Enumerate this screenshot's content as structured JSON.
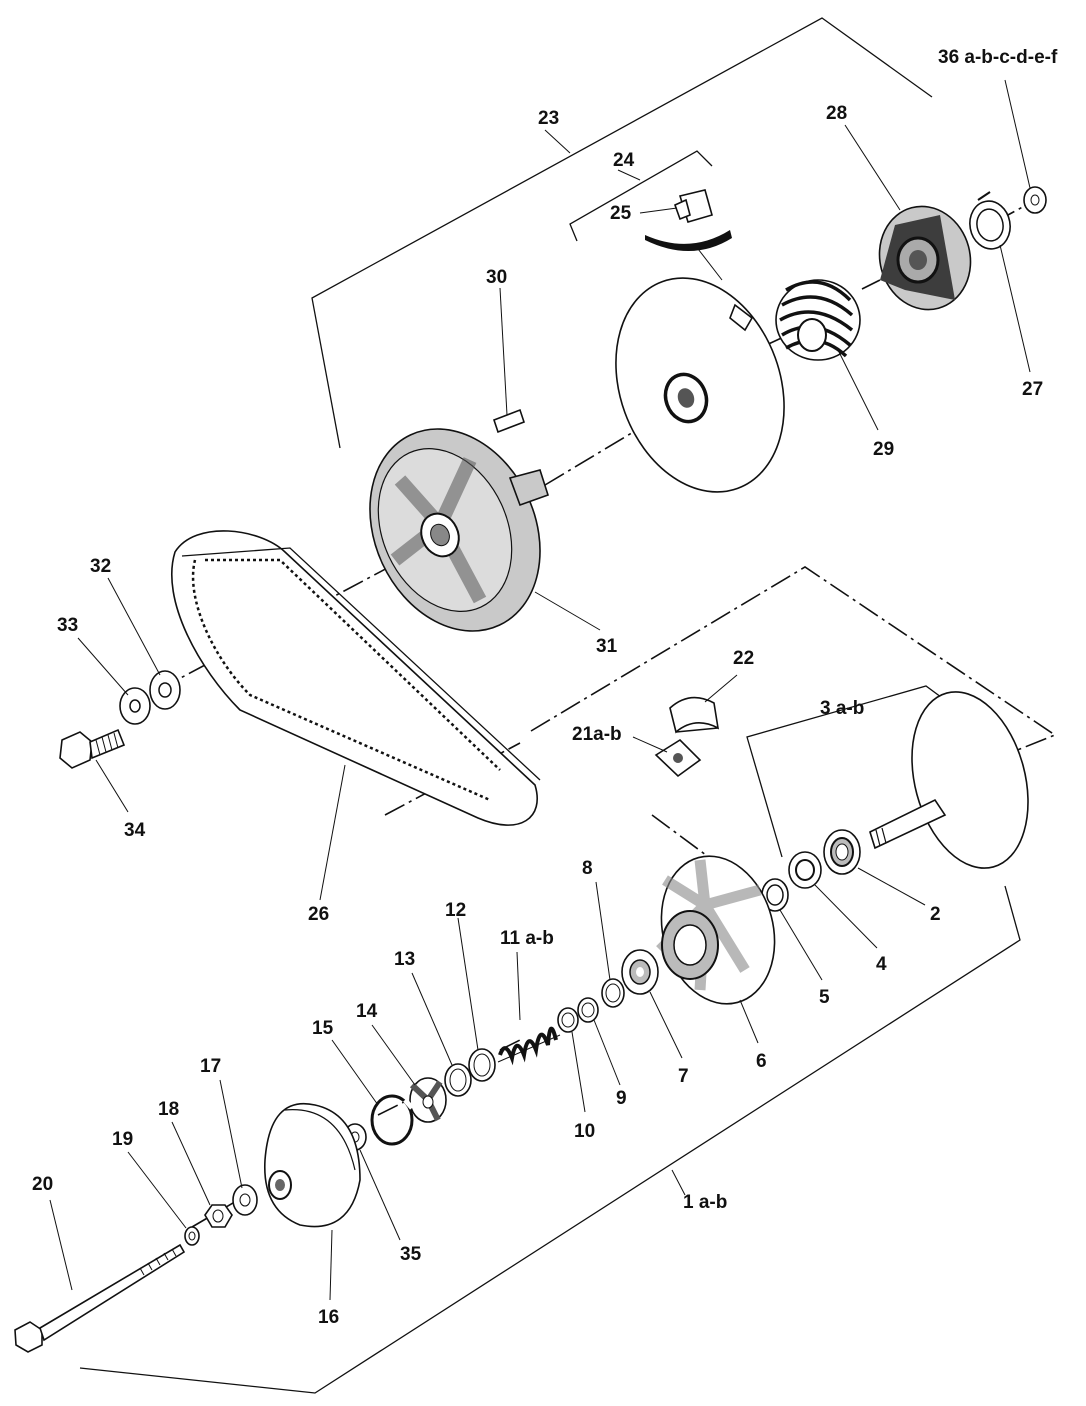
{
  "callouts": [
    {
      "id": "c1",
      "text": "1 a-b"
    },
    {
      "id": "c2",
      "text": "2"
    },
    {
      "id": "c3",
      "text": "3 a-b"
    },
    {
      "id": "c4",
      "text": "4"
    },
    {
      "id": "c5",
      "text": "5"
    },
    {
      "id": "c6",
      "text": "6"
    },
    {
      "id": "c7",
      "text": "7"
    },
    {
      "id": "c8",
      "text": "8"
    },
    {
      "id": "c9",
      "text": "9"
    },
    {
      "id": "c10",
      "text": "10"
    },
    {
      "id": "c11",
      "text": "11 a-b"
    },
    {
      "id": "c12",
      "text": "12"
    },
    {
      "id": "c13",
      "text": "13"
    },
    {
      "id": "c14",
      "text": "14"
    },
    {
      "id": "c15",
      "text": "15"
    },
    {
      "id": "c16",
      "text": "16"
    },
    {
      "id": "c17",
      "text": "17"
    },
    {
      "id": "c18",
      "text": "18"
    },
    {
      "id": "c19",
      "text": "19"
    },
    {
      "id": "c20",
      "text": "20"
    },
    {
      "id": "c21",
      "text": "21a-b"
    },
    {
      "id": "c22",
      "text": "22"
    },
    {
      "id": "c23",
      "text": "23"
    },
    {
      "id": "c24",
      "text": "24"
    },
    {
      "id": "c25",
      "text": "25"
    },
    {
      "id": "c26",
      "text": "26"
    },
    {
      "id": "c27",
      "text": "27"
    },
    {
      "id": "c28",
      "text": "28"
    },
    {
      "id": "c29",
      "text": "29"
    },
    {
      "id": "c30",
      "text": "30"
    },
    {
      "id": "c31",
      "text": "31"
    },
    {
      "id": "c32",
      "text": "32"
    },
    {
      "id": "c33",
      "text": "33"
    },
    {
      "id": "c34",
      "text": "34"
    },
    {
      "id": "c35",
      "text": "35"
    },
    {
      "id": "c36",
      "text": "36 a-b-c-d-e-f"
    }
  ]
}
